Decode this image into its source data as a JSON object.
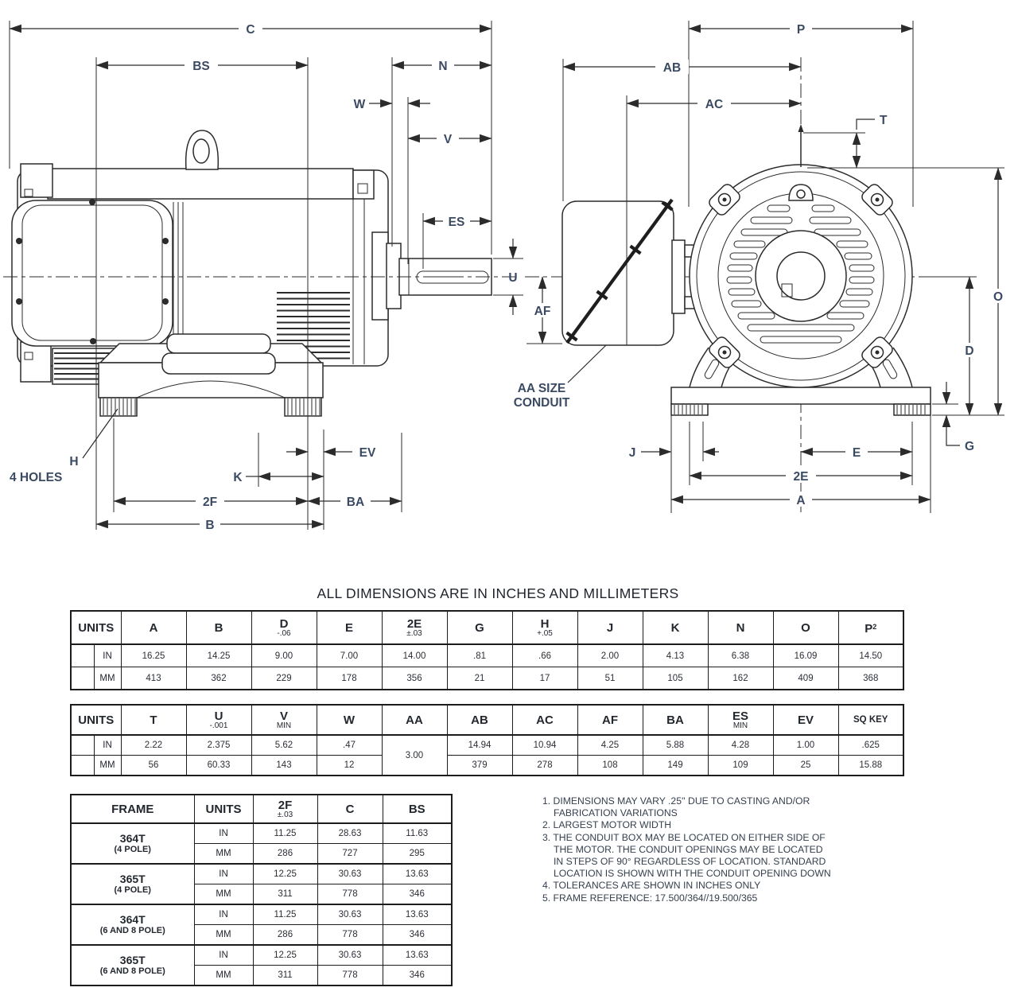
{
  "title": "ALL DIMENSIONS ARE IN INCHES AND MILLIMETERS",
  "drawing": {
    "labels": {
      "c": "C",
      "bs": "BS",
      "n": "N",
      "w": "W",
      "v": "V",
      "es": "ES",
      "u": "U",
      "h": "H",
      "holes": "4 HOLES",
      "ev": "EV",
      "k": "K",
      "f2": "2F",
      "ba": "BA",
      "b": "B",
      "p": "P",
      "ab": "AB",
      "ac": "AC",
      "t": "T",
      "o": "O",
      "d": "D",
      "g": "G",
      "j": "J",
      "e": "E",
      "e2": "2E",
      "a": "A",
      "af": "AF",
      "aa_line1": "AA SIZE",
      "aa_line2": "CONDUIT"
    }
  },
  "table1": {
    "units_label": "UNITS",
    "in_label": "IN",
    "mm_label": "MM",
    "columns": [
      {
        "label": "A",
        "sub": ""
      },
      {
        "label": "B",
        "sub": ""
      },
      {
        "label": "D",
        "sub": "-.06"
      },
      {
        "label": "E",
        "sub": ""
      },
      {
        "label": "2E",
        "sub": "±.03"
      },
      {
        "label": "G",
        "sub": ""
      },
      {
        "label": "H",
        "sub": "+.05"
      },
      {
        "label": "J",
        "sub": ""
      },
      {
        "label": "K",
        "sub": ""
      },
      {
        "label": "N",
        "sub": ""
      },
      {
        "label": "O",
        "sub": ""
      },
      {
        "label": "P",
        "sub": "",
        "sup": "2"
      }
    ],
    "in": [
      "16.25",
      "14.25",
      "9.00",
      "7.00",
      "14.00",
      ".81",
      ".66",
      "2.00",
      "4.13",
      "6.38",
      "16.09",
      "14.50"
    ],
    "mm": [
      "413",
      "362",
      "229",
      "178",
      "356",
      "21",
      "17",
      "51",
      "105",
      "162",
      "409",
      "368"
    ]
  },
  "table2": {
    "units_label": "UNITS",
    "in_label": "IN",
    "mm_label": "MM",
    "columns": [
      {
        "label": "T",
        "sub": ""
      },
      {
        "label": "U",
        "sub": "-.001"
      },
      {
        "label": "V",
        "sub": "MIN"
      },
      {
        "label": "W",
        "sub": ""
      },
      {
        "label": "AA",
        "sub": ""
      },
      {
        "label": "AB",
        "sub": ""
      },
      {
        "label": "AC",
        "sub": ""
      },
      {
        "label": "AF",
        "sub": ""
      },
      {
        "label": "BA",
        "sub": ""
      },
      {
        "label": "ES",
        "sub": "MIN"
      },
      {
        "label": "EV",
        "sub": ""
      },
      {
        "label": "SQ KEY",
        "sub": ""
      }
    ],
    "aa_value": "3.00",
    "in": [
      "2.22",
      "2.375",
      "5.62",
      ".47",
      "14.94",
      "10.94",
      "4.25",
      "5.88",
      "4.28",
      "1.00",
      ".625"
    ],
    "mm": [
      "56",
      "60.33",
      "143",
      "12",
      "379",
      "278",
      "108",
      "149",
      "109",
      "25",
      "15.88"
    ]
  },
  "table3": {
    "frame_label": "FRAME",
    "units_label": "UNITS",
    "in_label": "IN",
    "mm_label": "MM",
    "columns": [
      {
        "label": "2F",
        "sub": "±.03"
      },
      {
        "label": "C",
        "sub": ""
      },
      {
        "label": "BS",
        "sub": ""
      }
    ],
    "rows": [
      {
        "frame": "364T",
        "pole": "(4 POLE)",
        "in": [
          "11.25",
          "28.63",
          "11.63"
        ],
        "mm": [
          "286",
          "727",
          "295"
        ]
      },
      {
        "frame": "365T",
        "pole": "(4 POLE)",
        "in": [
          "12.25",
          "30.63",
          "13.63"
        ],
        "mm": [
          "311",
          "778",
          "346"
        ]
      },
      {
        "frame": "364T",
        "pole": "(6 AND 8 POLE)",
        "in": [
          "11.25",
          "30.63",
          "13.63"
        ],
        "mm": [
          "286",
          "778",
          "346"
        ]
      },
      {
        "frame": "365T",
        "pole": "(6 AND 8 POLE)",
        "in": [
          "12.25",
          "30.63",
          "13.63"
        ],
        "mm": [
          "311",
          "778",
          "346"
        ]
      }
    ]
  },
  "notes": {
    "lines": [
      "1. DIMENSIONS MAY VARY .25'' DUE TO CASTING AND/OR",
      "FABRICATION VARIATIONS",
      "2. LARGEST MOTOR WIDTH",
      "3. THE CONDUIT BOX MAY BE LOCATED ON EITHER SIDE OF",
      "THE MOTOR.  THE CONDUIT OPENINGS MAY BE LOCATED",
      "IN STEPS OF 90° REGARDLESS OF LOCATION.  STANDARD",
      "LOCATION IS SHOWN WITH THE CONDUIT OPENING DOWN",
      "4. TOLERANCES ARE SHOWN IN INCHES ONLY",
      "5. FRAME REFERENCE: 17.500/364//19.500/365"
    ]
  }
}
